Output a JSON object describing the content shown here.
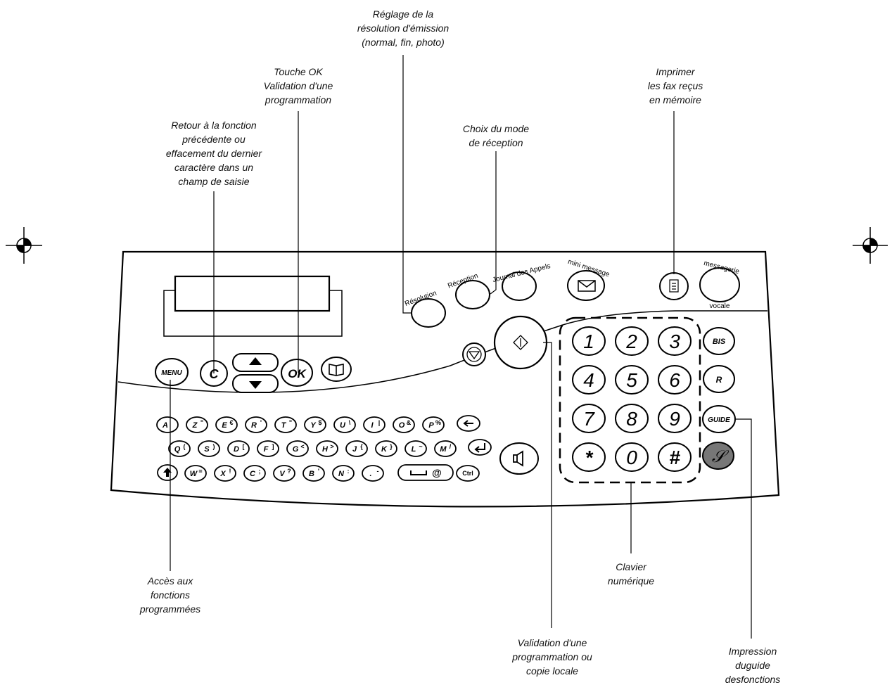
{
  "annotations": {
    "resolution": "Réglage de la\nrésolution d'émission\n(normal, fin, photo)",
    "ok_key": "Touche OK\nValidation d'une\nprogrammation",
    "c_key": "Retour à la fonction\nprécédente ou\neffacement du dernier\ncaractère dans un\nchamp de saisie",
    "reception_mode": "Choix du mode\nde réception",
    "print_fax": "Imprimer\nles fax reçus\nen mémoire",
    "menu_key": "Accès aux\nfonctions\nprogrammées",
    "keypad": "Clavier\nnumérique",
    "start_key": "Validation d'une\nprogrammation ou\ncopie locale",
    "guide_key": "Impression\nduguide\ndesfonctions"
  },
  "panel_keys": {
    "resolution": "Résolution",
    "reception": "Réception",
    "journal": "Journal des Appels",
    "mini_message": "mini message",
    "messagerie": "messagerie",
    "vocale": "vocale",
    "menu": "MENU",
    "c": "C",
    "ok": "OK",
    "bis": "BIS",
    "r": "R",
    "guide": "GUIDE",
    "ctrl": "Ctrl"
  },
  "numeric_keys": [
    "1",
    "2",
    "3",
    "4",
    "5",
    "6",
    "7",
    "8",
    "9",
    "*",
    "0",
    "#"
  ],
  "alpha_keys": {
    "row1": [
      [
        "A",
        ""
      ],
      [
        "Z",
        "\""
      ],
      [
        "E",
        "€"
      ],
      [
        "R",
        "'"
      ],
      [
        "T",
        "\""
      ],
      [
        "Y",
        "$"
      ],
      [
        "U",
        "\\"
      ],
      [
        "I",
        "|"
      ],
      [
        "O",
        "&"
      ],
      [
        "P",
        "%"
      ]
    ],
    "row2": [
      [
        "Q",
        "("
      ],
      [
        "S",
        ")"
      ],
      [
        "D",
        "["
      ],
      [
        "F",
        "]"
      ],
      [
        "G",
        "<"
      ],
      [
        "H",
        ">"
      ],
      [
        "J",
        "{"
      ],
      [
        "K",
        "}"
      ],
      [
        "L",
        "~"
      ],
      [
        "M",
        "/"
      ]
    ],
    "row3": [
      [
        "W",
        "="
      ],
      [
        "X",
        "!"
      ],
      [
        "C",
        ";"
      ],
      [
        "V",
        "?"
      ],
      [
        "B",
        "'"
      ],
      [
        "N",
        ":"
      ],
      [
        ".",
        "-"
      ]
    ]
  },
  "space_key_symbol": "@",
  "icons": [
    "registration-mark-icon",
    "stop-icon",
    "start-diamond-icon",
    "address-book-icon",
    "envelope-icon",
    "print-document-icon",
    "speaker-icon",
    "up-arrow-icon",
    "down-arrow-icon",
    "backspace-arrow-icon",
    "enter-arrow-icon",
    "shift-arrow-icon",
    "space-bar-icon",
    "shortcut-s-icon"
  ]
}
